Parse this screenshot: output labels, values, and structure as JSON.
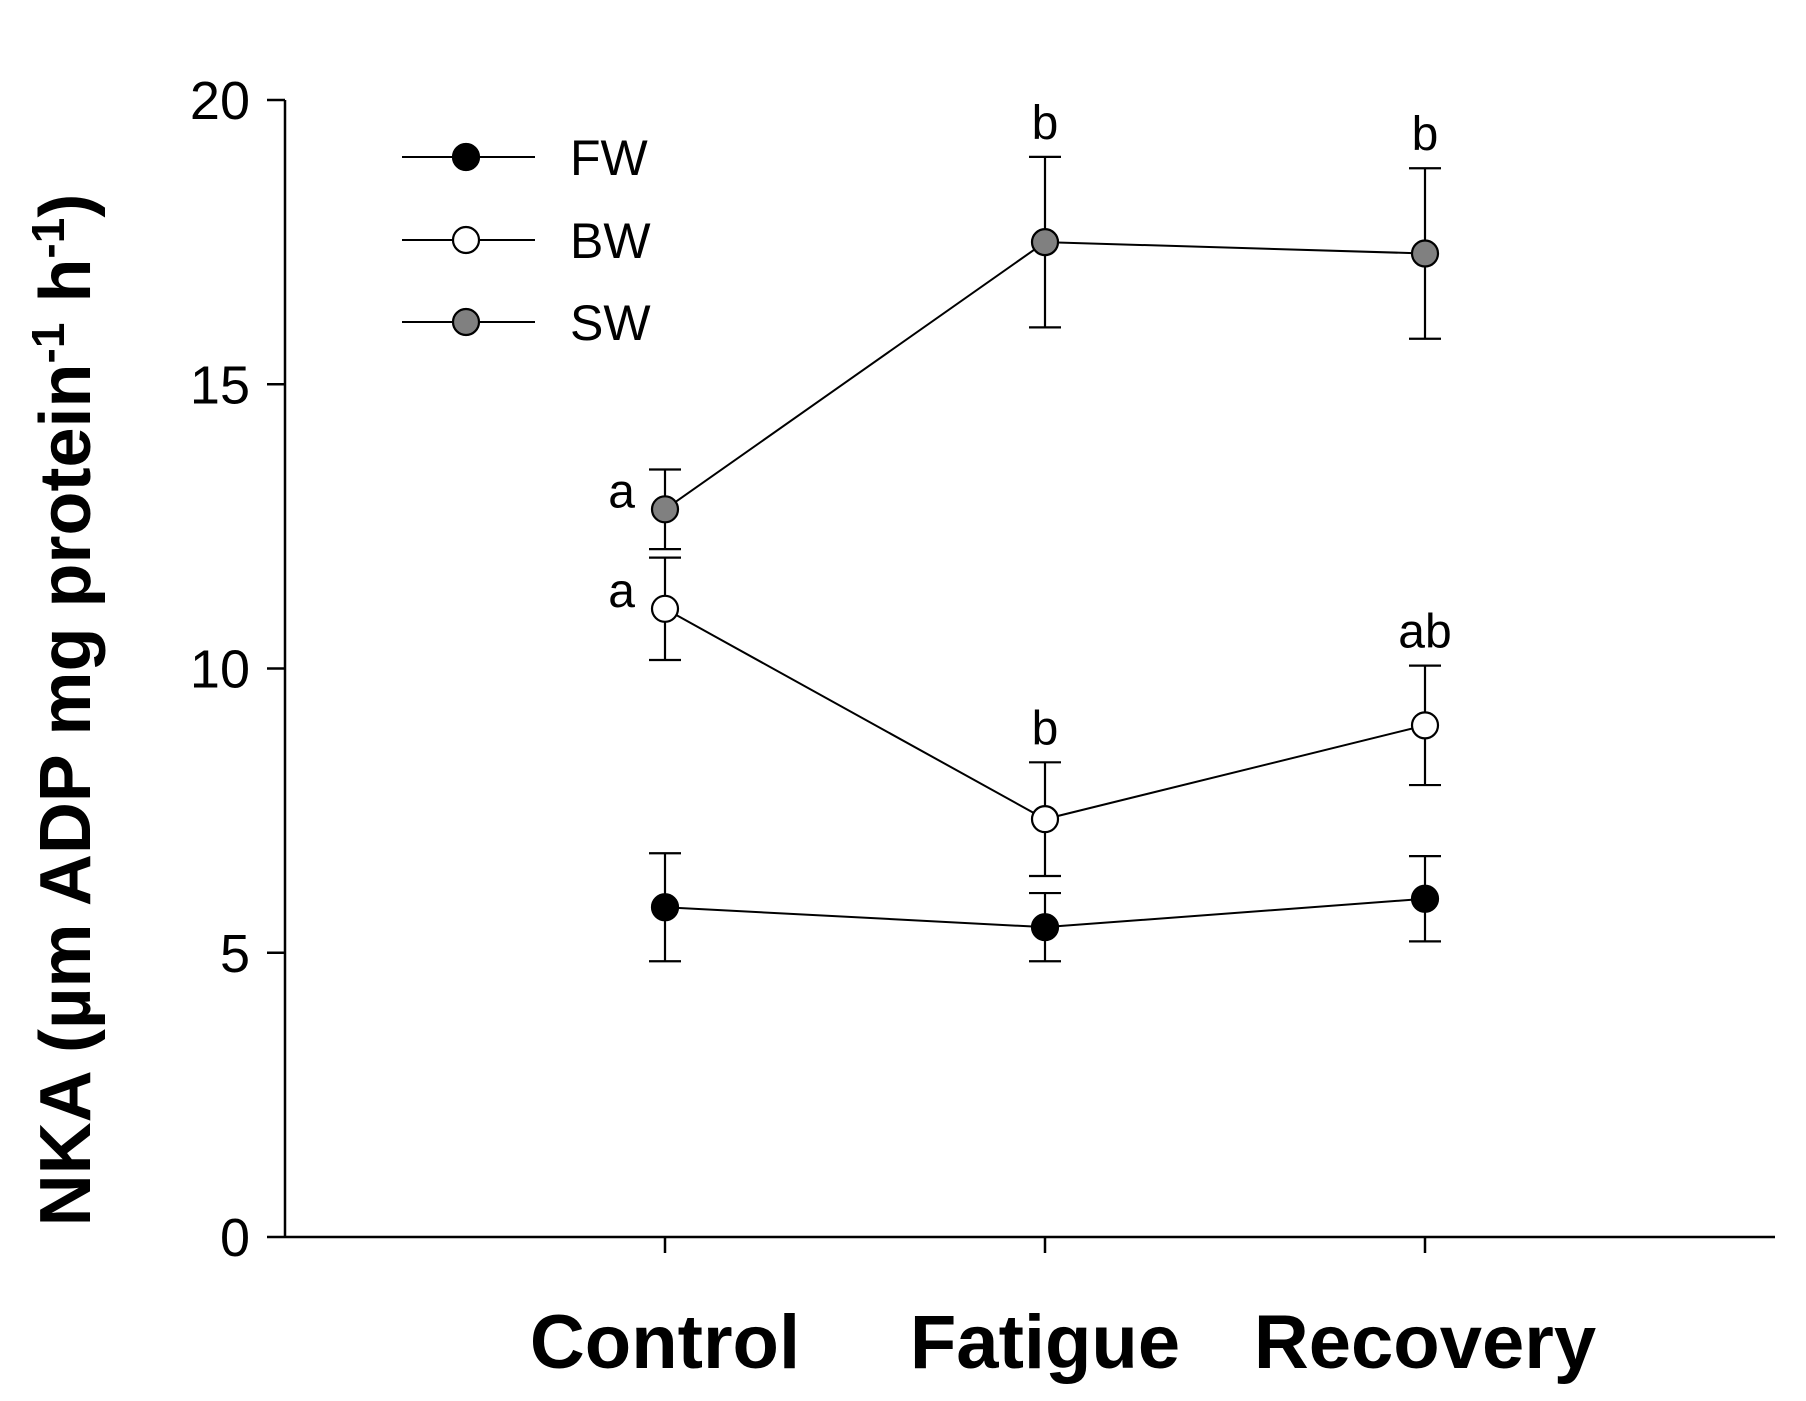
{
  "chart_data": {
    "type": "line",
    "title": "",
    "xlabel": "",
    "ylabel": {
      "main": "NKA (µm ADP mg protein",
      "sup1": "-1",
      "mid": " h",
      "sup2": "-1",
      "end": ")"
    },
    "categories": [
      "Control",
      "Fatigue",
      "Recovery"
    ],
    "ylim": [
      0,
      20
    ],
    "yticks": [
      0,
      5,
      10,
      15,
      20
    ],
    "grid": false,
    "legend_position": "top-left",
    "series": [
      {
        "name": "FW",
        "marker_fill": "#000000",
        "values": [
          5.8,
          5.45,
          5.95
        ],
        "errors": [
          0.95,
          0.6,
          0.75
        ],
        "letters": [
          "",
          "",
          ""
        ]
      },
      {
        "name": "BW",
        "marker_fill": "#ffffff",
        "values": [
          11.05,
          7.35,
          9.0
        ],
        "errors": [
          0.9,
          1.0,
          1.05
        ],
        "letters": [
          "a",
          "b",
          "ab"
        ]
      },
      {
        "name": "SW",
        "marker_fill": "#808080",
        "values": [
          12.8,
          17.5,
          17.3
        ],
        "errors": [
          0.7,
          1.5,
          1.5
        ],
        "letters": [
          "a",
          "b",
          "b"
        ]
      }
    ]
  }
}
